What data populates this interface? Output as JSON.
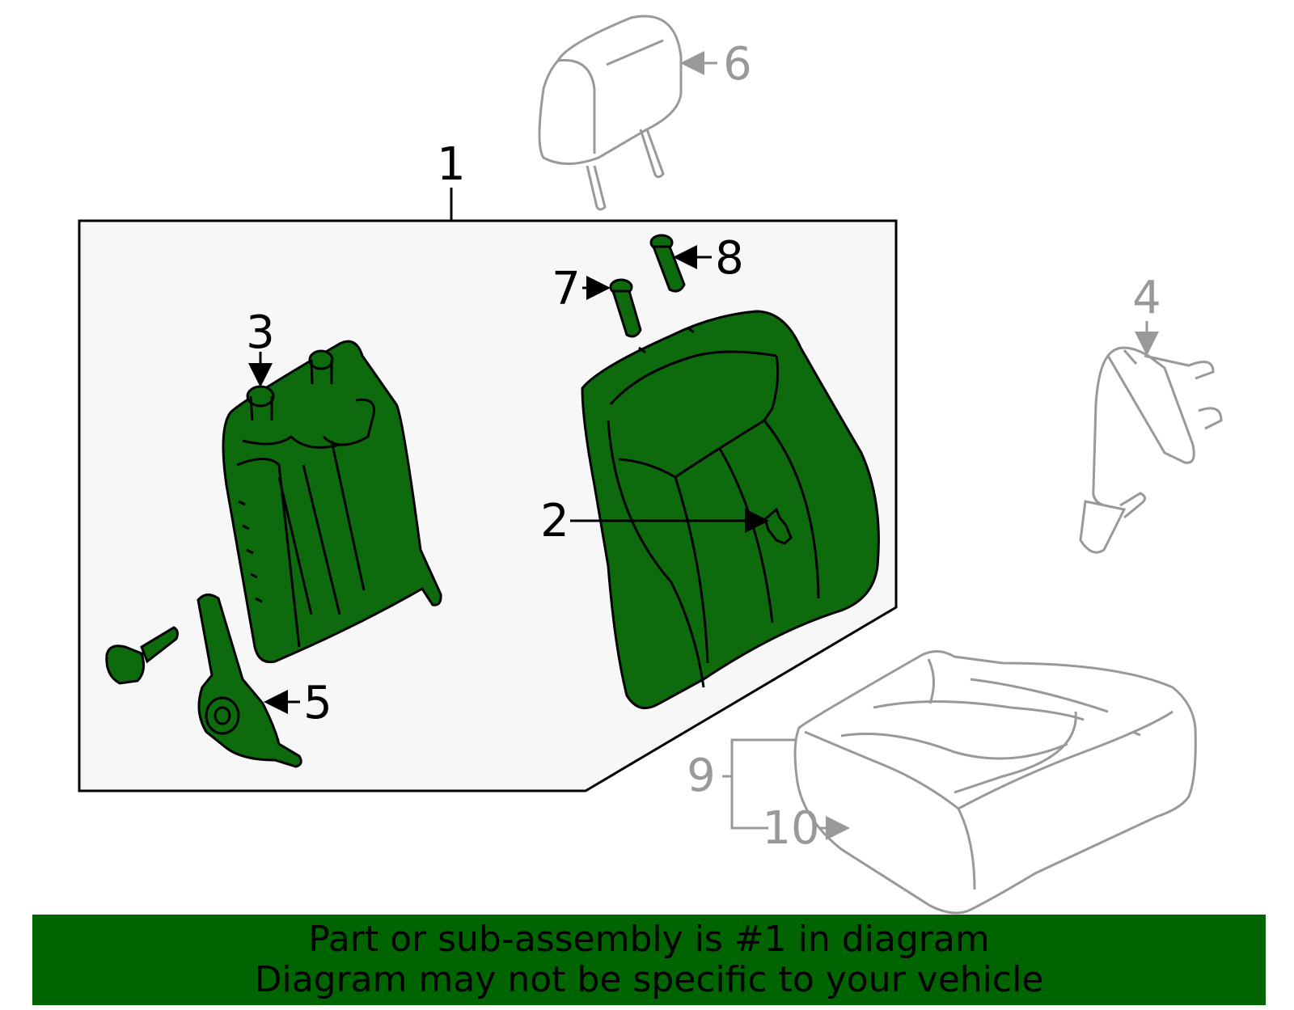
{
  "diagram": {
    "callouts": {
      "c1": "1",
      "c2": "2",
      "c3": "3",
      "c4": "4",
      "c5": "5",
      "c6": "6",
      "c7": "7",
      "c8": "8",
      "c9": "9",
      "c10": "10"
    },
    "highlighted_part": "1"
  },
  "banner": {
    "line1": "Part or sub-assembly is #1 in diagram",
    "line2": "Diagram may not be specific to your vehicle"
  },
  "colors": {
    "highlight": "#0d6b0d",
    "banner_background": "#006400",
    "box_background": "#f7f7f7",
    "unrelated_parts": "#999999"
  }
}
